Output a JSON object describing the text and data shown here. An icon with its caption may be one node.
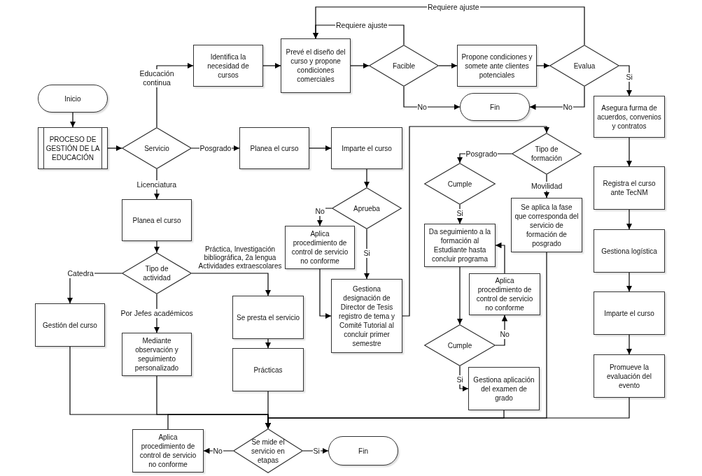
{
  "diagram": {
    "nodes": [
      {
        "text": [
          "Inicio"
        ]
      },
      {
        "text": [
          "PROCESO DE GESTIÓN DE LA EDUCACIÓN"
        ]
      },
      {
        "text": [
          "Servicio"
        ]
      },
      {
        "text": [
          "Identifica la necesidad de cursos"
        ]
      },
      {
        "text": [
          "Prevé el diseño del curso y propone condiciones comerciales"
        ]
      },
      {
        "text": [
          "Facible"
        ]
      },
      {
        "text": [
          "Propone condiciones y somete ante clientes potenciales"
        ]
      },
      {
        "text": [
          "Evalua"
        ]
      },
      {
        "text": [
          "Fin"
        ]
      },
      {
        "text": [
          "Asegura furma de acuerdos, convenios y contratos"
        ]
      },
      {
        "text": [
          "Planea el curso"
        ]
      },
      {
        "text": [
          "Imparte el curso"
        ]
      },
      {
        "text": [
          "Planea el curso"
        ]
      },
      {
        "text": [
          "Aprueba"
        ]
      },
      {
        "text": [
          "Aplica procedimiento de control de servicio no conforme"
        ]
      },
      {
        "text": [
          "Gestiona designación de Director de Tesis registro de tema y Comité Tutorial al concluir primer semestre"
        ]
      },
      {
        "text": [
          "Tipo de actividad"
        ]
      },
      {
        "text": [
          "Gestión del curso"
        ]
      },
      {
        "text": [
          "Mediante observación y seguimiento personalizado"
        ]
      },
      {
        "text": [
          "Se presta el servicio"
        ]
      },
      {
        "text": [
          "Prácticas"
        ]
      },
      {
        "text": [
          "Tipo de formación"
        ]
      },
      {
        "text": [
          "Cumple"
        ]
      },
      {
        "text": [
          "Se aplica la fase que corresponda del servicio de formación de posgrado"
        ]
      },
      {
        "text": [
          "Da seguimiento a la formación al Estudiante hasta concluir programa"
        ]
      },
      {
        "text": [
          "Aplica procedimiento de control de servicio no conforme"
        ]
      },
      {
        "text": [
          "Cumple"
        ]
      },
      {
        "text": [
          "Gestiona aplicación del examen de grado"
        ]
      },
      {
        "text": [
          "Registra el curso ante TecNM"
        ]
      },
      {
        "text": [
          "Gestiona logística"
        ]
      },
      {
        "text": [
          "Imparte el curso"
        ]
      },
      {
        "text": [
          "Promueve la evaluación del evento"
        ]
      },
      {
        "text": [
          "Aplica procedimiento de control de servicio no conforme"
        ]
      },
      {
        "text": [
          "Se mide el servicio en etapas"
        ]
      },
      {
        "text": [
          "Fin"
        ]
      }
    ],
    "edges": [
      {
        "from": 0,
        "to": 1,
        "arrow": "to"
      },
      {
        "from": 1,
        "to": 2,
        "arrow": "to"
      },
      {
        "from": 2,
        "to": 3,
        "arrow": "to",
        "label": "Educación continua"
      },
      {
        "from": 2,
        "to": 10,
        "arrow": "to",
        "label": "Posgrado"
      },
      {
        "from": 2,
        "to": 12,
        "arrow": "to",
        "label": "Licenciatura"
      },
      {
        "from": 3,
        "to": 4,
        "arrow": "to"
      },
      {
        "from": 4,
        "to": 5,
        "arrow": "to"
      },
      {
        "from": 5,
        "to": 4,
        "arrow": "to",
        "label": "Requiere ajuste"
      },
      {
        "from": 5,
        "to": 6,
        "arrow": "to"
      },
      {
        "from": 5,
        "to": 8,
        "arrow": "to",
        "label": "No"
      },
      {
        "from": 6,
        "to": 7,
        "arrow": "to"
      },
      {
        "from": 7,
        "to": 4,
        "arrow": "to",
        "label": "Requiere ajuste"
      },
      {
        "from": 7,
        "to": 8,
        "arrow": "to",
        "label": "No"
      },
      {
        "from": 7,
        "to": 9,
        "arrow": "to",
        "label": "Si"
      },
      {
        "from": 9,
        "to": 28,
        "arrow": "to"
      },
      {
        "from": 28,
        "to": 29,
        "arrow": "to"
      },
      {
        "from": 29,
        "to": 30,
        "arrow": "to"
      },
      {
        "from": 30,
        "to": 31,
        "arrow": "to"
      },
      {
        "from": 10,
        "to": 11,
        "arrow": "to"
      },
      {
        "from": 11,
        "to": 13,
        "arrow": "to"
      },
      {
        "from": 13,
        "to": 14,
        "arrow": "to",
        "label": "No"
      },
      {
        "from": 13,
        "to": 15,
        "arrow": "to",
        "label": "Si"
      },
      {
        "from": 14,
        "to": 15,
        "arrow": "to"
      },
      {
        "from": 15,
        "to": 21,
        "arrow": "to"
      },
      {
        "from": 21,
        "to": 22,
        "arrow": "to",
        "label": "Posgrado"
      },
      {
        "from": 21,
        "to": 23,
        "arrow": "to",
        "label": "Movilidad"
      },
      {
        "from": 22,
        "to": 24,
        "arrow": "to",
        "label": "Si"
      },
      {
        "from": 24,
        "to": 26,
        "arrow": "to"
      },
      {
        "from": 26,
        "to": 25,
        "arrow": "to",
        "label": "No"
      },
      {
        "from": 25,
        "to": 24,
        "arrow": "to"
      },
      {
        "from": 26,
        "to": 27,
        "arrow": "to",
        "label": "Si"
      },
      {
        "from": 12,
        "to": 16,
        "arrow": "to"
      },
      {
        "from": 16,
        "to": 17,
        "arrow": "to",
        "label": "Catedra"
      },
      {
        "from": 16,
        "to": 18,
        "arrow": "to",
        "label": "Por Jefes académicos"
      },
      {
        "from": 16,
        "to": 19,
        "arrow": "to",
        "label": "Práctica, Investigación bibliográfica, 2a lengua Actividades extraescolares"
      },
      {
        "from": 19,
        "to": 20,
        "arrow": "to"
      },
      {
        "from": 17,
        "to": 33,
        "arrow": "to"
      },
      {
        "from": 18,
        "to": 33,
        "arrow": "to"
      },
      {
        "from": 20,
        "to": 33,
        "arrow": "to"
      },
      {
        "from": 27,
        "to": 33,
        "arrow": "to"
      },
      {
        "from": 23,
        "to": 33,
        "arrow": "to"
      },
      {
        "from": 31,
        "to": 33,
        "arrow": "to"
      },
      {
        "from": 33,
        "to": 32,
        "arrow": "to",
        "label": "No"
      },
      {
        "from": 33,
        "to": 34,
        "arrow": "to",
        "label": "Si"
      },
      {
        "from": 32,
        "to": 33,
        "arrow": "to"
      }
    ]
  }
}
